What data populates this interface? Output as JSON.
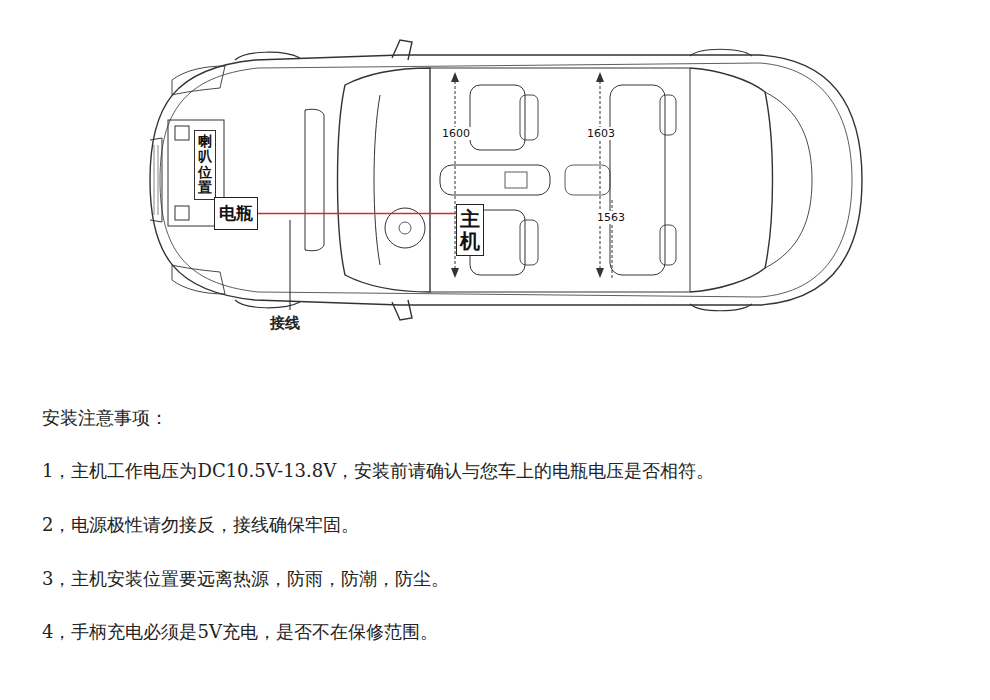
{
  "diagram": {
    "nodes": [
      {
        "text": [
          "喇叭位置"
        ]
      },
      {
        "text": [
          "电瓶"
        ]
      },
      {
        "text": [
          "主机"
        ]
      }
    ],
    "edges": [
      {
        "from": 1,
        "to": 2,
        "arrow": "none"
      }
    ],
    "labels": [
      "接线",
      "1600",
      "1603",
      "1563",
      "安装注意事项：",
      "1，主机工作电压为DC10.5V-13.8V，安装前请确认与您车上的电瓶电压是否相符。",
      "2，电源极性请勿接反，接线确保牢固。",
      "3，主机安装位置要远离热源，防雨，防潮，防尘。",
      "4，手柄充电必须是5V充电，是否不在保修范围。"
    ]
  }
}
